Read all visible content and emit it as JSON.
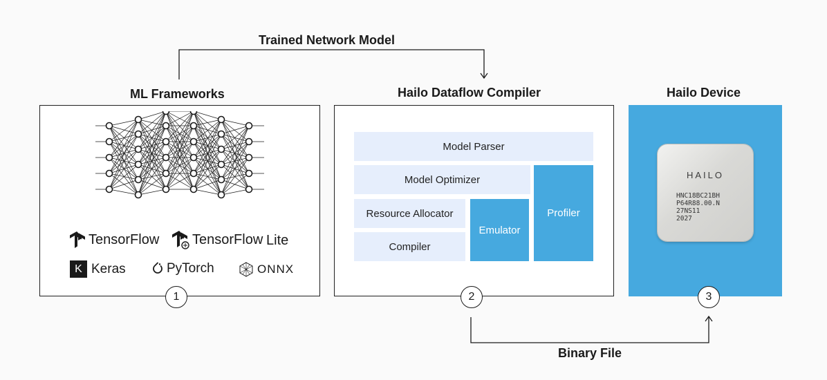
{
  "flow": {
    "top_label": "Trained Network Model",
    "bottom_label": "Binary File"
  },
  "frameworks": {
    "title": "ML Frameworks",
    "step": "1",
    "logos": {
      "tensorflow": "TensorFlow",
      "tensorflow_lite": "TensorFlow Lite",
      "keras": "Keras",
      "keras_badge": "K",
      "pytorch": "PyTorch",
      "onnx": "ONNX"
    }
  },
  "compiler": {
    "title": "Hailo Dataflow Compiler",
    "step": "2",
    "layers": {
      "model_parser": "Model Parser",
      "model_optimizer": "Model Optimizer",
      "resource_allocator": "Resource Allocator",
      "compiler": "Compiler",
      "emulator": "Emulator",
      "profiler": "Profiler"
    }
  },
  "device": {
    "title": "Hailo Device",
    "step": "3",
    "chip": {
      "brand": "HAILO",
      "lines": [
        "HNC18BC21BH",
        "P64R88.00.N",
        "27NS11",
        "2027"
      ]
    }
  },
  "colors": {
    "accent_blue": "#46a9df",
    "layer_light": "#e6eefc",
    "background": "#fafafa"
  }
}
